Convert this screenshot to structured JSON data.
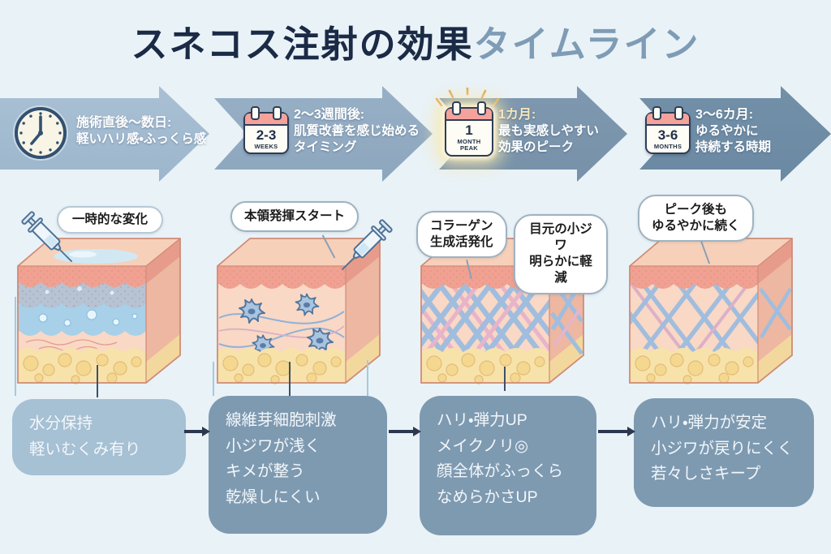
{
  "title": {
    "main": "スネコス注射の効果",
    "accent": "タイムライン"
  },
  "timeline": {
    "steps": [
      {
        "icon": "clock",
        "heading": "施術直後〜数日:",
        "body": "軽いハリ感・ふっくら感"
      },
      {
        "icon": "calendar",
        "cal_big": "2-3",
        "cal_small": "WEEKS",
        "heading": "2〜3週間後:",
        "body": "肌質改善を感じ始める\nタイミング"
      },
      {
        "icon": "calendar-peak",
        "cal_big": "1",
        "cal_small": "MONTH\nPEAK",
        "heading": "1カ月:",
        "body": "最も実感しやすい\n効果のピーク",
        "highlight": true
      },
      {
        "icon": "calendar",
        "cal_big": "3-6",
        "cal_small": "MONTHS",
        "heading": "3〜6カ月:",
        "body": "ゆるやかに\n持続する時期"
      }
    ]
  },
  "stages": [
    {
      "labels": [
        "一時的な変化"
      ],
      "result": "水分保持\n軽いむくみ有り"
    },
    {
      "labels": [
        "本領発揮スタート"
      ],
      "result": "線維芽細胞刺激\n小ジワが浅く\nキメが整う\n乾燥しにくい"
    },
    {
      "labels": [
        "コラーゲン\n生成活発化",
        "目元の小ジワ\n明らかに軽減"
      ],
      "result": "ハリ・弾力UP\nメイクノリ◎\n顔全体がふっくら\nなめらかさUP"
    },
    {
      "labels": [
        "ピーク後も\nゆるやかに続く"
      ],
      "result": "ハリ・弾力が安定\n小ジワが戻りにくく\n若々しさキープ"
    }
  ],
  "colors": {
    "background": "#e9f2f7",
    "title_main": "#1b2a45",
    "title_accent": "#7e9cb5",
    "seg1": "#a9c0d4",
    "seg2": "#98b0c6",
    "seg3": "#7f98b0",
    "seg4": "#7290a8",
    "box_light": "#a6c0d4",
    "box_mid": "#7e9ab1",
    "flow_arrow": "#2b3850",
    "peak_heading": "#f6e7bd",
    "timeline_text": "#ffffff"
  }
}
